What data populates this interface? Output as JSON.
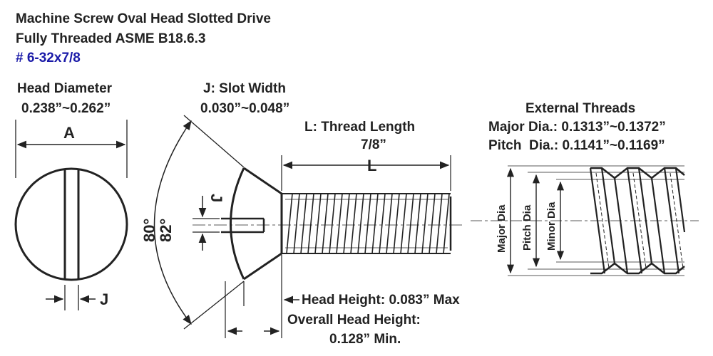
{
  "title": {
    "line1": "Machine Screw Oval Head Slotted Drive",
    "line2": "Fully Threaded ASME B18.6.3",
    "part_number": "# 6-32x7/8"
  },
  "head_diameter": {
    "label": "Head Diameter",
    "value": "0.238”~0.262”",
    "letter": "A"
  },
  "slot_width": {
    "label": "J: Slot Width",
    "value": "0.030”~0.048”",
    "letter": "J"
  },
  "thread_length": {
    "label": "L: Thread Length",
    "value": "7/8”",
    "letter": "L"
  },
  "angles": {
    "a1": "80°",
    "a2": "82°"
  },
  "external_threads": {
    "label": "External Threads",
    "major": "Major Dia.: 0.1313”~0.1372”",
    "pitch": "Pitch  Dia.: 0.1141”~0.1169”",
    "dim_major": "Major Dia",
    "dim_pitch": "Pitch Dia",
    "dim_minor": "Minor Dia"
  },
  "head_height": "Head Height: 0.083” Max",
  "overall_head_height": {
    "label": "Overall Head Height:",
    "value": "0.128” Min."
  }
}
